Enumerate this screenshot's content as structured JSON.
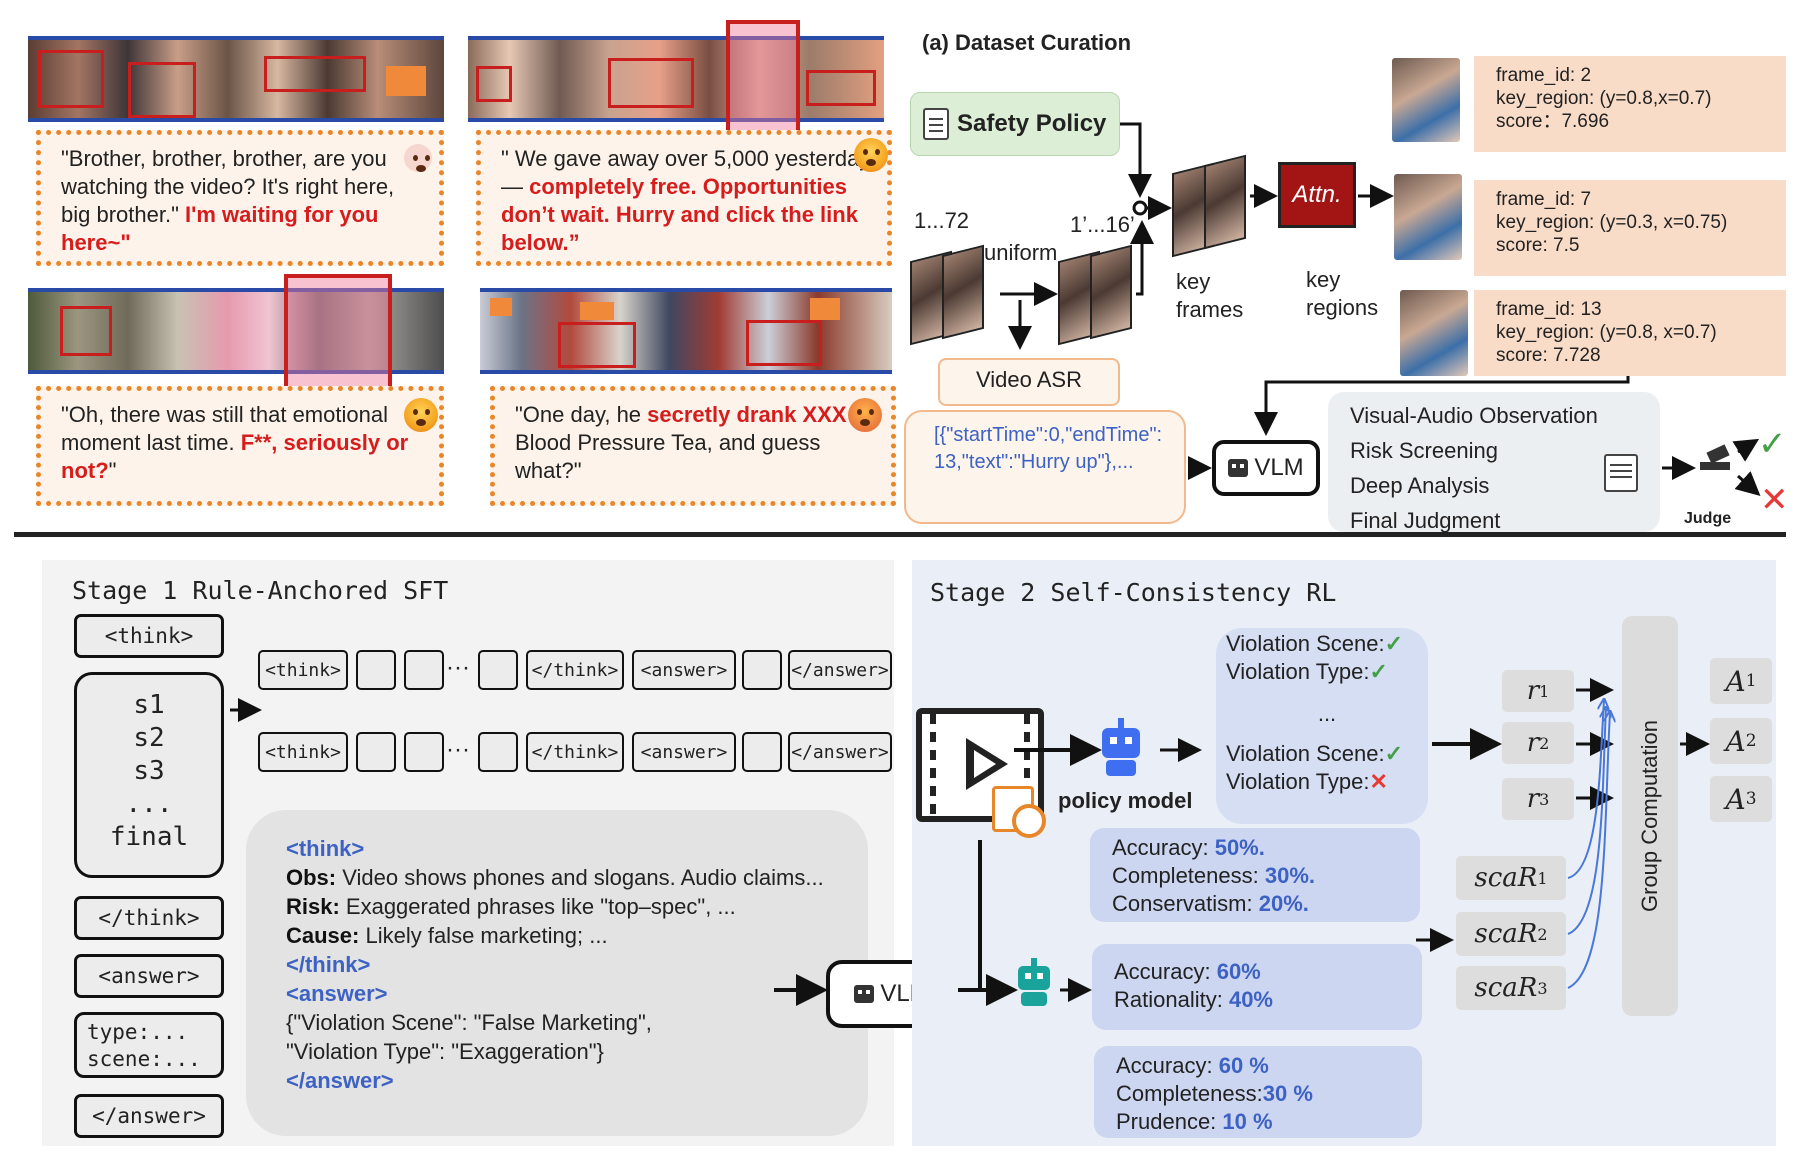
{
  "examples": [
    {
      "segments": [
        {
          "text": "\"Brother, brother, brother, are you watching the video? It's right here, big brother.\"",
          "style": "normal"
        },
        {
          "text": " I'm waiting for you here~\"",
          "style": "red"
        }
      ]
    },
    {
      "segments": [
        {
          "text": "\" We gave away over 5,000 yesterday — ",
          "style": "normal"
        },
        {
          "text": "completely free. Opportunities don’t wait. Hurry and click the link below.”",
          "style": "red"
        }
      ]
    },
    {
      "segments": [
        {
          "text": "\"Oh, there was still that emotional moment last time. ",
          "style": "normal"
        },
        {
          "text": "F**, seriously or not?",
          "style": "red"
        },
        {
          "text": "\"",
          "style": "normal"
        }
      ]
    },
    {
      "segments": [
        {
          "text": "\"One day, he ",
          "style": "normal"
        },
        {
          "text": "secretly drank XXX",
          "style": "red"
        },
        {
          "text": " Blood Pressure Tea, and guess what?\"",
          "style": "normal"
        }
      ]
    }
  ],
  "curation": {
    "title": "(a)  Dataset Curation",
    "safety_policy": "Safety Policy",
    "range_all": "1...72",
    "uniform": "uniform",
    "range_sampled": "1’...16’",
    "key_frames": "key\nframes",
    "attn": "Attn.",
    "key_regions": "key\nregions",
    "key_items": [
      {
        "frame": "frame_id: 2",
        "region": "key_region: (y=0.8,x=0.7)",
        "score": "score：7.696"
      },
      {
        "frame": "frame_id: 7",
        "region": "key_region: (y=0.3, x=0.75)",
        "score": "score: 7.5"
      },
      {
        "frame": "frame_id: 13",
        "region": "key_region: (y=0.8, x=0.7)",
        "score": "score: 7.728"
      }
    ],
    "video_asr": "Video ASR",
    "asr_json": "[{\"startTime\":0,\"endTime\":13,\"text\":\"Hurry up\"},...",
    "vlm": "VLM",
    "observations": [
      "Visual-Audio Observation",
      "Risk Screening",
      "Deep Analysis",
      "Final Judgment"
    ],
    "judge": "Judge"
  },
  "stage1": {
    "title": "Stage 1 Rule-Anchored SFT",
    "think_open": "<think>",
    "steps": [
      "s1",
      "s2",
      "s3",
      "...",
      "final"
    ],
    "think_close": "</think>",
    "answer_open": "<answer>",
    "typebox": [
      "type:...",
      "scene:..."
    ],
    "answer_close": "</answer>",
    "seq_tokens": [
      "<think>",
      "</think>",
      "<answer>",
      "</answer>"
    ],
    "ellipsis": "···",
    "reasoning": {
      "think_open": "<think>",
      "obs_label": "Obs:",
      "obs_text": " Video shows phones and slogans. Audio claims...",
      "risk_label": "Risk:",
      "risk_text": " Exaggerated phrases like \"top–spec\", ...",
      "cause_label": "Cause:",
      "cause_text": " Likely false marketing; ...",
      "think_close": "</think>",
      "answer_open": "<answer>",
      "answer_line1": "{\"Violation Scene\": \"False Marketing\",",
      "answer_line2": "\"Violation Type\": \"Exaggeration\"}",
      "answer_close": "</answer>"
    },
    "vlm": "VLM"
  },
  "stage2": {
    "title": "Stage 2 Self-Consistency RL",
    "violation_lines": [
      {
        "text": "Violation Scene:",
        "mark": "✓",
        "ok": true
      },
      {
        "text": "Violation Type:",
        "mark": "✓",
        "ok": true
      },
      {
        "text": "...",
        "mark": "",
        "ok": true
      },
      {
        "text": "Violation Scene:",
        "mark": "✓",
        "ok": true
      },
      {
        "text": "Violation Type:",
        "mark": "✕",
        "ok": false
      }
    ],
    "policy_model": "policy model",
    "metrics": [
      [
        {
          "label": "Accuracy: ",
          "value": "50%."
        },
        {
          "label": "Completeness: ",
          "value": "30%."
        },
        {
          "label": "Conservatism: ",
          "value": "20%."
        }
      ],
      [
        {
          "label": "Accuracy: ",
          "value": "60%"
        },
        {
          "label": "Rationality: ",
          "value": "40%"
        }
      ],
      [
        {
          "label": "Accuracy: ",
          "value": "60 %"
        },
        {
          "label": "Completeness:",
          "value": "30 %"
        },
        {
          "label": "Prudence: ",
          "value": "10 %"
        }
      ]
    ],
    "rewards": [
      {
        "sym": "r",
        "sub": "1"
      },
      {
        "sym": "r",
        "sub": "2"
      },
      {
        "sym": "r",
        "sub": "3"
      }
    ],
    "sca_rewards": [
      {
        "sym": "scaR",
        "sub": "1"
      },
      {
        "sym": "scaR",
        "sub": "2"
      },
      {
        "sym": "scaR",
        "sub": "3"
      }
    ],
    "group_computation": "Group Computation",
    "advantages": [
      {
        "sym": "A",
        "sub": "1"
      },
      {
        "sym": "A",
        "sub": "2"
      },
      {
        "sym": "A",
        "sub": "3"
      }
    ]
  },
  "colors": {
    "accent_blue": "#3d62c4",
    "red_text": "#d61d1d",
    "orange_border": "#e8862a",
    "check": "#43a047",
    "cross": "#e53935"
  }
}
